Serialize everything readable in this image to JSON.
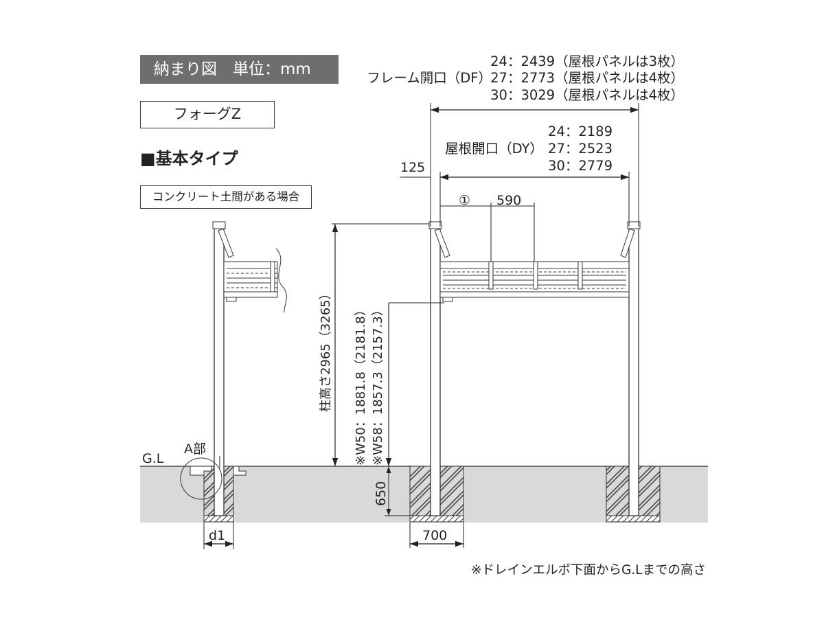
{
  "header": {
    "title": "納まり図　単位：mm"
  },
  "product_label": "フォーグZ",
  "type_label": "■基本タイプ",
  "condition_label": "コンクリート土間がある場合",
  "frame_opening": {
    "label": "フレーム開口（DF）",
    "values": [
      "24：2439（屋根パネルは3枚）",
      "27：2773（屋根パネルは4枚）",
      "30：3029（屋根パネルは4枚）"
    ]
  },
  "roof_opening": {
    "label": "屋根開口（DY）",
    "values": [
      "24：2189",
      "27：2523",
      "30：2779"
    ]
  },
  "dimensions": {
    "offset": "125",
    "circle_one": "①",
    "panel_width": "590",
    "post_height": "柱高さ2965（3265）",
    "drain_w50": "※W50：1881.8（2181.8）",
    "drain_w58": "※W58：1857.3（2157.3）",
    "embed_depth": "650",
    "footing_width": "700",
    "d1": "d1"
  },
  "labels": {
    "gl": "G.L",
    "part_a": "A部"
  },
  "footnote": "※ドレインエルボ下面からG.Lまでの高さ"
}
